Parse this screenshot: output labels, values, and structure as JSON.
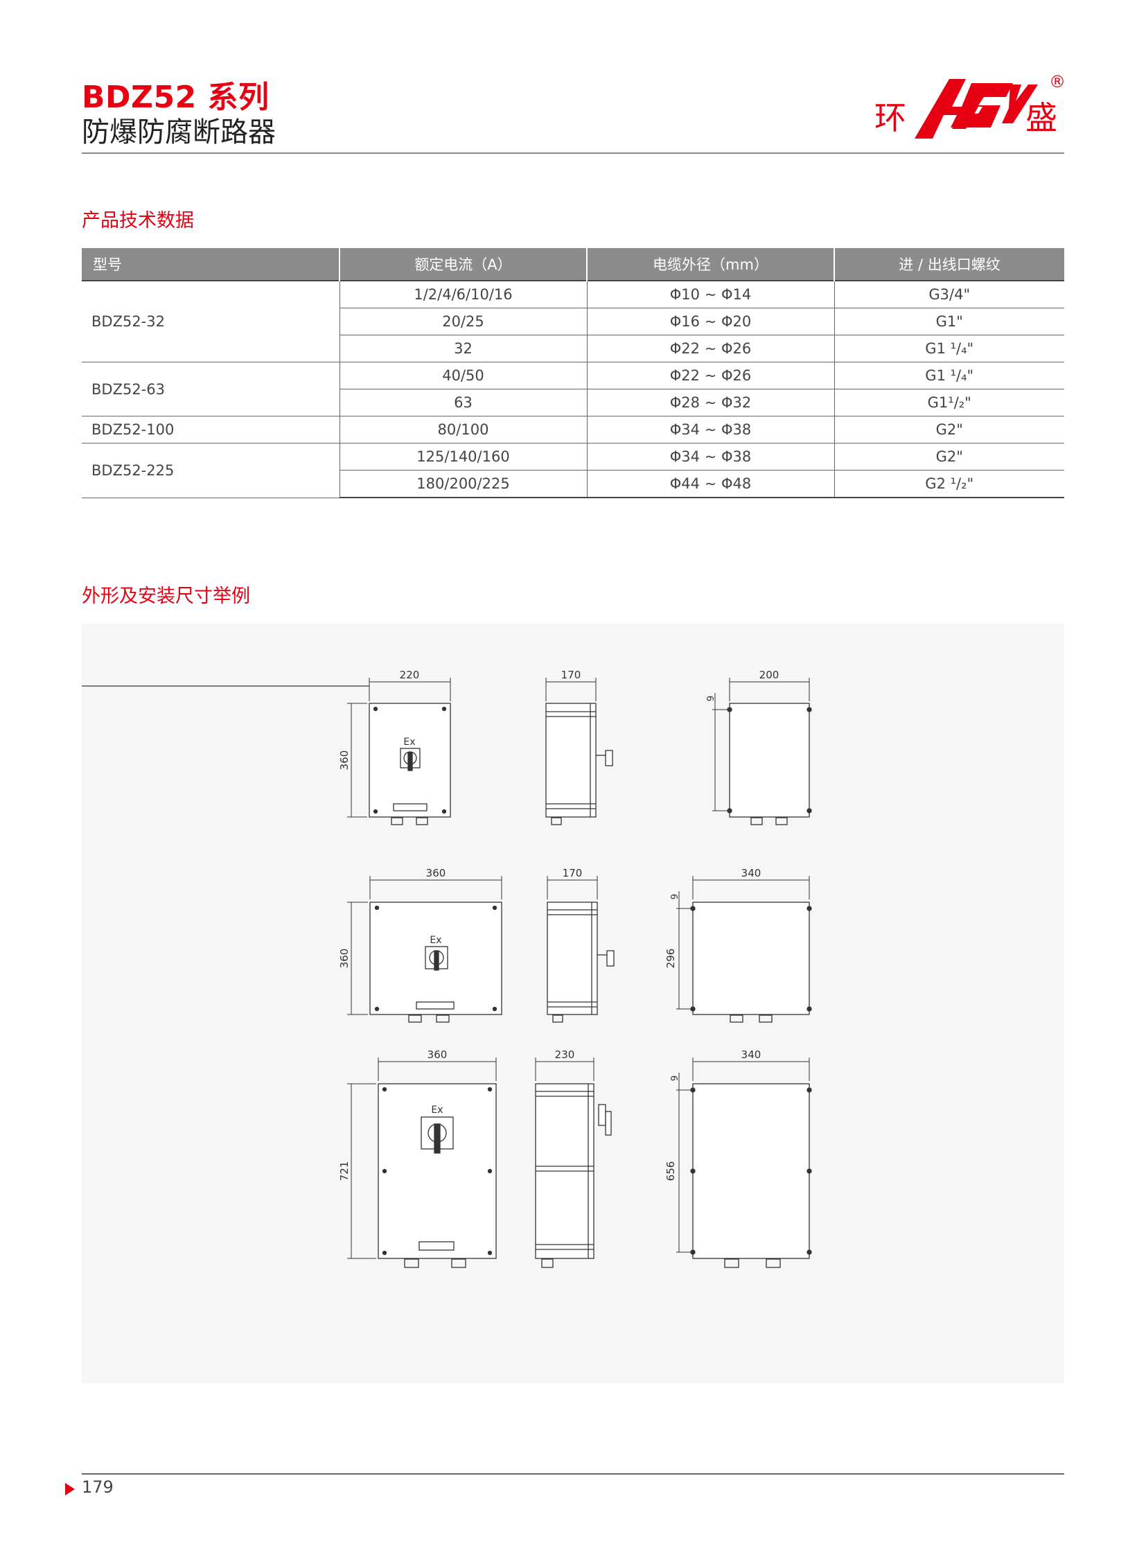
{
  "header": {
    "series": "BDZ52 系列",
    "subtitle": "防爆防腐断路器",
    "brand_left": "环",
    "brand_right": "盛",
    "registered": "®"
  },
  "sections": {
    "tech_data_title": "产品技术数据",
    "drawing_title": "外形及安装尺寸举例"
  },
  "table": {
    "headers": [
      "型号",
      "额定电流（A）",
      "电缆外径（mm）",
      "进 / 出线口螺纹"
    ],
    "rows": [
      {
        "model": "BDZ52-32",
        "current": "1/2/4/6/10/16",
        "cable": "Φ10 ~ Φ14",
        "thread": "G3/4\""
      },
      {
        "model": "",
        "current": "20/25",
        "cable": "Φ16 ~ Φ20",
        "thread": "G1\""
      },
      {
        "model": "",
        "current": "32",
        "cable": "Φ22 ~ Φ26",
        "thread": "G1 ¹/₄\""
      },
      {
        "model": "BDZ52-63",
        "current": "40/50",
        "cable": "Φ22 ~ Φ26",
        "thread": "G1 ¹/₄\""
      },
      {
        "model": "",
        "current": "63",
        "cable": "Φ28 ~ Φ32",
        "thread": "G1¹/₂\""
      },
      {
        "model": "BDZ52-100",
        "current": "80/100",
        "cable": "Φ34 ~ Φ38",
        "thread": "G2\""
      },
      {
        "model": "BDZ52-225",
        "current": "125/140/160",
        "cable": "Φ34 ~ Φ38",
        "thread": "G2\""
      },
      {
        "model": "",
        "current": "180/200/225",
        "cable": "Φ44 ~ Φ48",
        "thread": "G2 ¹/₂\""
      }
    ]
  },
  "drawings": {
    "ex_label": "Ex",
    "row1": {
      "front_w": "220",
      "front_h": "360",
      "side_w": "170",
      "rear_w": "200",
      "rear_offset": "9"
    },
    "row2": {
      "front_w": "360",
      "front_h": "360",
      "side_w": "170",
      "rear_w": "340",
      "rear_offset": "9",
      "rear_h": "296"
    },
    "row3": {
      "front_w": "360",
      "front_h": "721",
      "side_w": "230",
      "rear_w": "340",
      "rear_offset": "9",
      "rear_h": "656"
    }
  },
  "footer": {
    "page": "179"
  },
  "colors": {
    "accent": "#e60012",
    "table_header": "#8c8c8c",
    "drawing_bg": "#f6f6f6"
  }
}
